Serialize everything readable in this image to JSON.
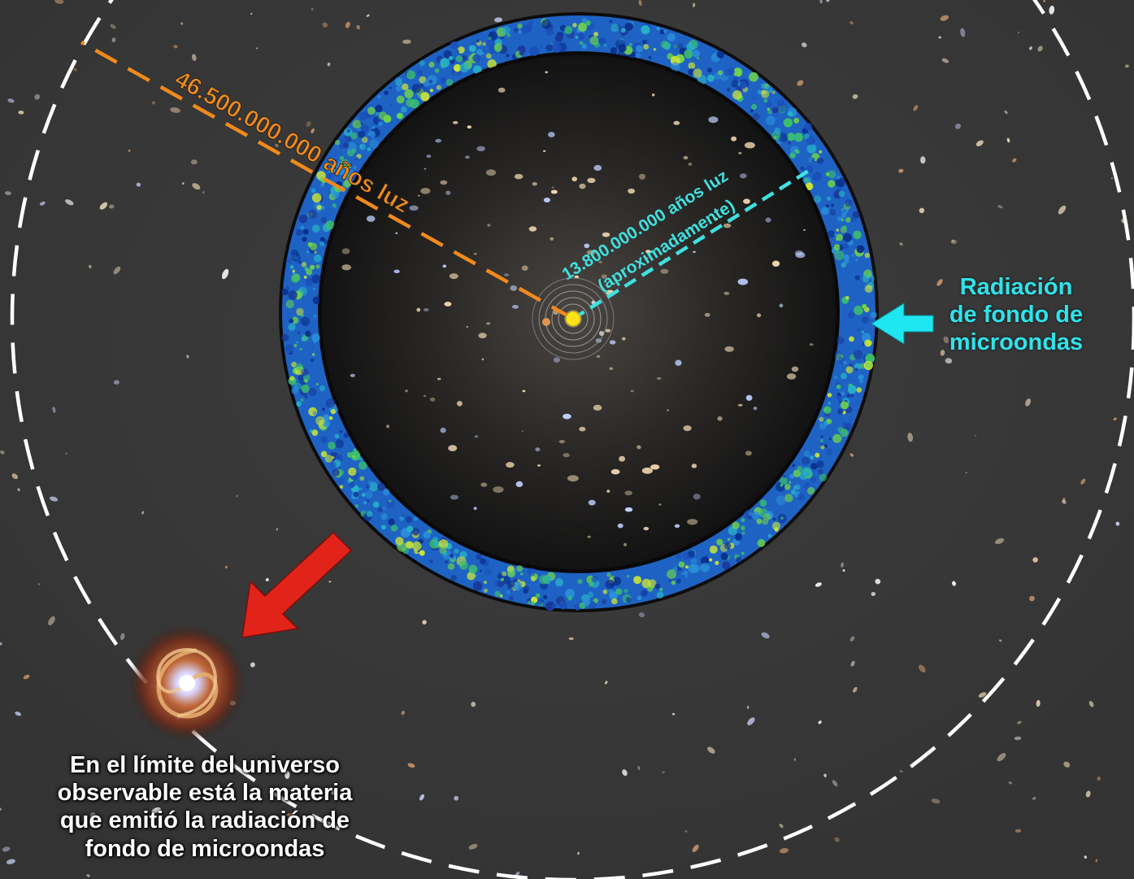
{
  "labels": {
    "radius_observable": "46.500.000.000 años luz",
    "radius_cmb_line1": "13.800.000.000 años luz",
    "radius_cmb_line2": "(aproximadamente)",
    "cmb_title": [
      "Radiación",
      "de fondo de",
      "microondas"
    ],
    "edge_caption": [
      "En el límite del universo",
      "observable está la materia",
      "que emitió la radiación de",
      "fondo de microondas"
    ]
  },
  "colors": {
    "background": "#3a3a3a",
    "observable_radius": "#f08a1c",
    "cmb_radius": "#3fe0e0",
    "cmb_arrow": "#1fe6f0",
    "edge_arrow": "#e2231a",
    "boundary_circle": "#ffffff",
    "sun": "#ffe21a"
  },
  "icons": {
    "cmb_arrow": "arrow-left-icon",
    "edge_arrow": "arrow-down-left-icon",
    "galaxy": "spiral-galaxy-icon",
    "sun": "sun-icon"
  }
}
